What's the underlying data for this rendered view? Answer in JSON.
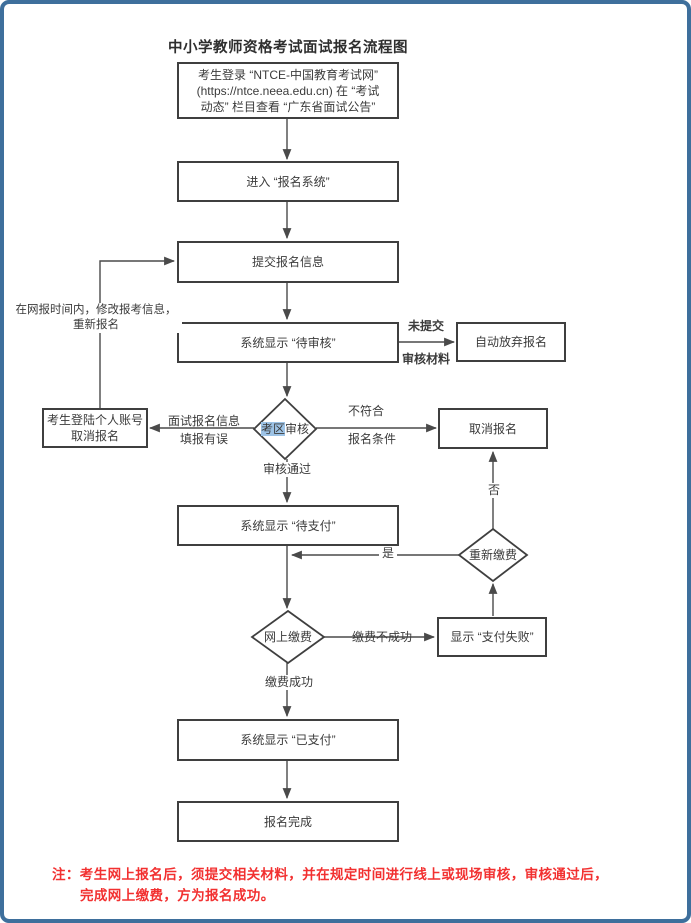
{
  "title": "中小学教师资格考试面试报名流程图",
  "flow": {
    "login": [
      "考生登录 “NTCE-中国教育考试网”",
      "(https://ntce.neea.edu.cn) 在 “考试",
      "动态” 栏目查看 “广东省面试公告”"
    ],
    "enter_system": "进入 “报名系统”",
    "submit_info": "提交报名信息",
    "pending_review": "系统显示 “待审核”",
    "exam_area_review": {
      "highlight": "考区",
      "rest": "审核"
    },
    "auto_abandon": "自动放弃报名",
    "cancel_registration": "取消报名",
    "login_cancel": [
      "考生登陆个人账号",
      "取消报名"
    ],
    "pending_payment": "系统显示 “待支付”",
    "repay": "重新缴费",
    "online_payment": "网上缴费",
    "payment_failed": "显示 “支付失败”",
    "paid": "系统显示 “已支付”",
    "complete": "报名完成"
  },
  "labels": {
    "modify_note": [
      "在网报时间内，修改报考信息，",
      "重新报名"
    ],
    "not_submitted": [
      "未提交",
      "审核材料"
    ],
    "wrong_info": [
      "面试报名信息",
      "填报有误"
    ],
    "not_qualified": [
      "不符合",
      "报名条件"
    ],
    "review_passed": "审核通过",
    "yes": "是",
    "no": "否",
    "payment_unsuccessful": "缴费不成功",
    "payment_successful": "缴费成功"
  },
  "note": {
    "line1": "注：考生网上报名后，须提交相关材料，并在规定时间进行线上或现场审核，审核通过后，",
    "line2": "完成网上缴费，方为报名成功。"
  },
  "colors": {
    "page_border": "#3e6f9c",
    "line": "#4a4a4a",
    "box_border": "#3f3f3f",
    "text": "#3b3b3b",
    "note_red": "#f23030",
    "highlight": "#9dc3e6"
  }
}
